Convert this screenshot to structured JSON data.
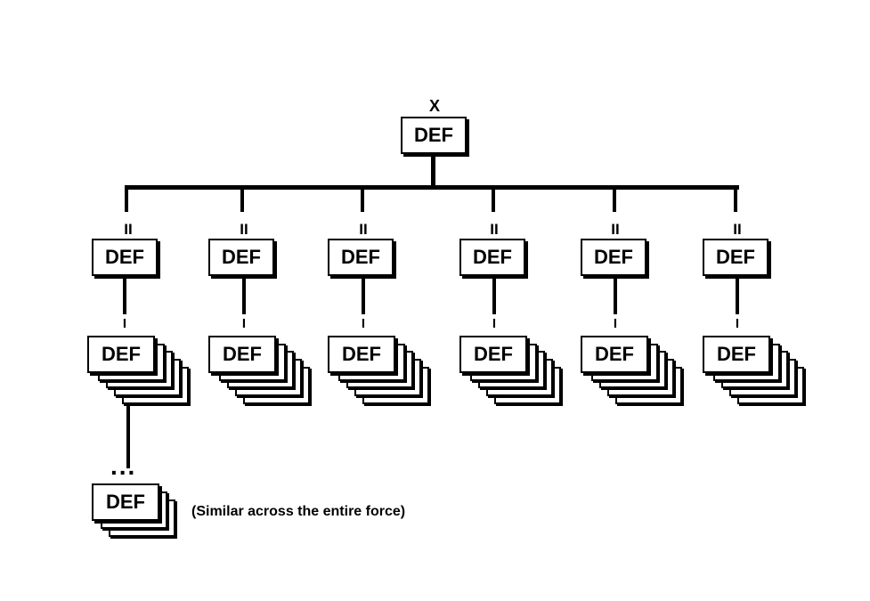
{
  "diagram": {
    "top": {
      "echelon": "X",
      "label": "DEF"
    },
    "mid_units": [
      {
        "echelon": "II",
        "label": "DEF"
      },
      {
        "echelon": "II",
        "label": "DEF"
      },
      {
        "echelon": "II",
        "label": "DEF"
      },
      {
        "echelon": "II",
        "label": "DEF"
      },
      {
        "echelon": "II",
        "label": "DEF"
      },
      {
        "echelon": "II",
        "label": "DEF"
      }
    ],
    "sub_units": [
      {
        "echelon": "I",
        "label": "DEF"
      },
      {
        "echelon": "I",
        "label": "DEF"
      },
      {
        "echelon": "I",
        "label": "DEF"
      },
      {
        "echelon": "I",
        "label": "DEF"
      },
      {
        "echelon": "I",
        "label": "DEF"
      },
      {
        "echelon": "I",
        "label": "DEF"
      }
    ],
    "continuation": {
      "ellipsis": "...",
      "label": "DEF"
    },
    "note": "(Similar across the entire force)"
  }
}
